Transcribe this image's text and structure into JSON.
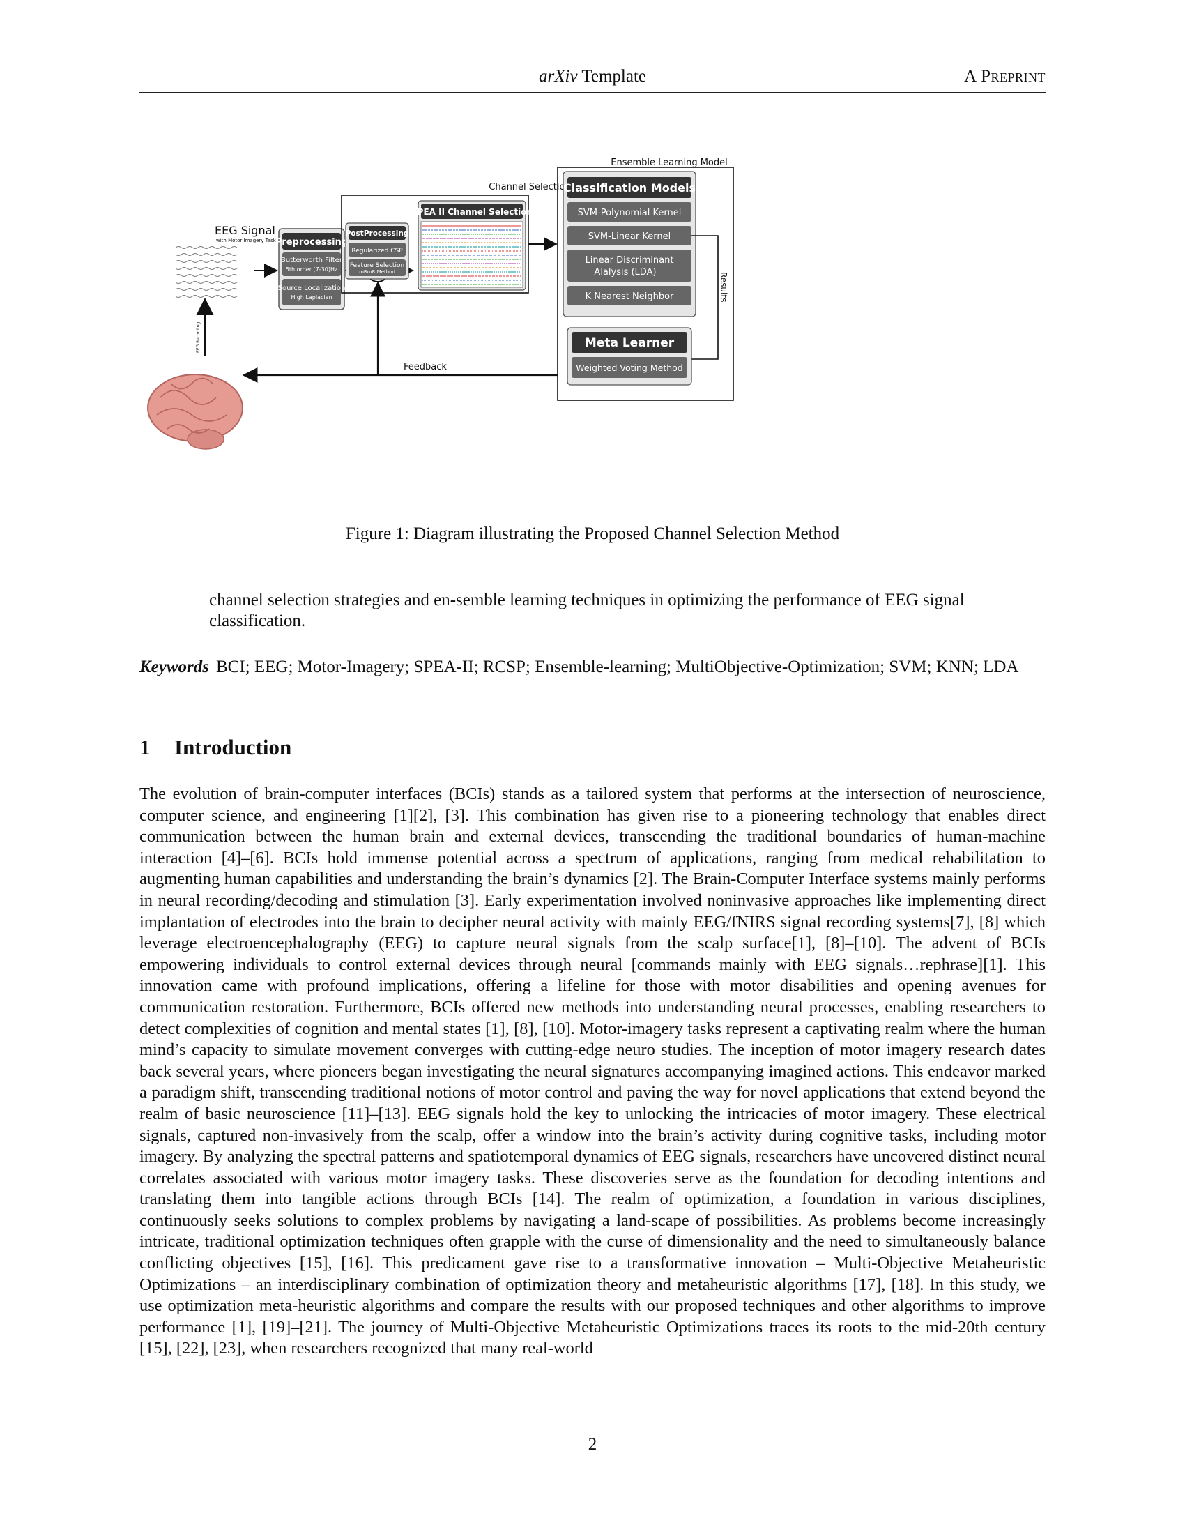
{
  "header": {
    "center_italic": "arXiv",
    "center_rest": " Template",
    "right": "A Preprint"
  },
  "figure": {
    "eeg_signal_label": "EEG Signal",
    "eeg_signal_sublabel": "with Motor Imagery Task",
    "eeg_recording_label": "EEG Recording",
    "preprocessing": {
      "title": "Preprocessing",
      "item1": "Butterworth Filter",
      "item1_sub": "5th order [7-30]Hz",
      "item2": "Source Localization",
      "item2_sub": "High Laplacian"
    },
    "channel_selection_label": "Channel Selection",
    "postprocessing": {
      "title": "PostProcessing",
      "item1": "Regularized CSP",
      "item2": "Feature Selection",
      "item2_sub": "mRmR Method"
    },
    "spea": {
      "title": "SPEA II Channel Selection"
    },
    "ensemble_label": "Ensemble Learning Model",
    "classification": {
      "title": "Classification Models",
      "items": [
        "SVM-Polynomial Kernel",
        "SVM-Linear Kernel",
        "Linear Discriminant",
        "Alalysis (LDA)",
        "K Nearest Neighbor"
      ]
    },
    "results_label": "Results",
    "meta": {
      "title": "Meta Learner",
      "item": "Weighted Voting Method"
    },
    "feedback_label": "Feedback"
  },
  "caption": "Figure 1: Diagram illustrating the Proposed Channel Selection Method",
  "abstract_tail": "channel selection strategies and en-semble learning techniques in optimizing the performance of EEG signal classification.",
  "keywords": {
    "label": "Keywords",
    "text": "BCI; EEG; Motor-Imagery; SPEA-II; RCSP; Ensemble-learning; MultiObjective-Optimization; SVM; KNN; LDA"
  },
  "section": {
    "number": "1",
    "title": "Introduction"
  },
  "body": "The evolution of brain-computer interfaces (BCIs) stands as a tailored system that performs at the intersection of neuroscience, computer science, and engineering [1][2], [3]. This combination has given rise to a pioneering technology that enables direct communication between the human brain and external devices, transcending the traditional boundaries of human-machine interaction [4]–[6]. BCIs hold immense potential across a spectrum of applications, ranging from medical rehabilitation to augmenting human capabilities and understanding the brain’s dynamics [2]. The Brain-Computer Interface systems mainly performs in neural recording/decoding and stimulation [3]. Early experimentation involved noninvasive approaches like implementing direct implantation of electrodes into the brain to decipher neural activity with mainly EEG/fNIRS signal recording systems[7], [8] which leverage electroencephalography (EEG) to capture neural signals from the scalp surface[1], [8]–[10]. The advent of BCIs empowering individuals to control external devices through neural [commands mainly with EEG signals…rephrase][1]. This innovation came with profound implications, offering a lifeline for those with motor disabilities and opening avenues for communication restoration. Furthermore, BCIs offered new methods into understanding neural processes, enabling researchers to detect complexities of cognition and mental states [1], [8], [10]. Motor-imagery tasks represent a captivating realm where the human mind’s capacity to simulate movement converges with cutting-edge neuro studies. The inception of motor imagery research dates back several years, where pioneers began investigating the neural signatures accompanying imagined actions. This endeavor marked a paradigm shift, transcending traditional notions of motor control and paving the way for novel applications that extend beyond the realm of basic neuroscience [11]–[13]. EEG signals hold the key to unlocking the intricacies of motor imagery. These electrical signals, captured non-invasively from the scalp, offer a window into the brain’s activity during cognitive tasks, including motor imagery. By analyzing the spectral patterns and spatiotemporal dynamics of EEG signals, researchers have uncovered distinct neural correlates associated with various motor imagery tasks. These discoveries serve as the foundation for decoding intentions and translating them into tangible actions through BCIs [14]. The realm of optimization, a foundation in various disciplines, continuously seeks solutions to complex problems by navigating a land-scape of possibilities. As problems become increasingly intricate, traditional optimization techniques often grapple with the curse of dimensionality and the need to simultaneously balance conflicting objectives [15], [16]. This predicament gave rise to a transformative innovation – Multi-Objective Metaheuristic Optimizations – an interdisciplinary combination of optimization theory and metaheuristic algorithms [17], [18]. In this study, we use optimization meta-heuristic algorithms and compare the results with our proposed techniques and other algorithms to improve performance [1], [19]–[21]. The journey of Multi-Objective Metaheuristic Optimizations traces its roots to the mid-20th century [15], [22], [23], when researchers recognized that many real-world",
  "page_number": "2"
}
